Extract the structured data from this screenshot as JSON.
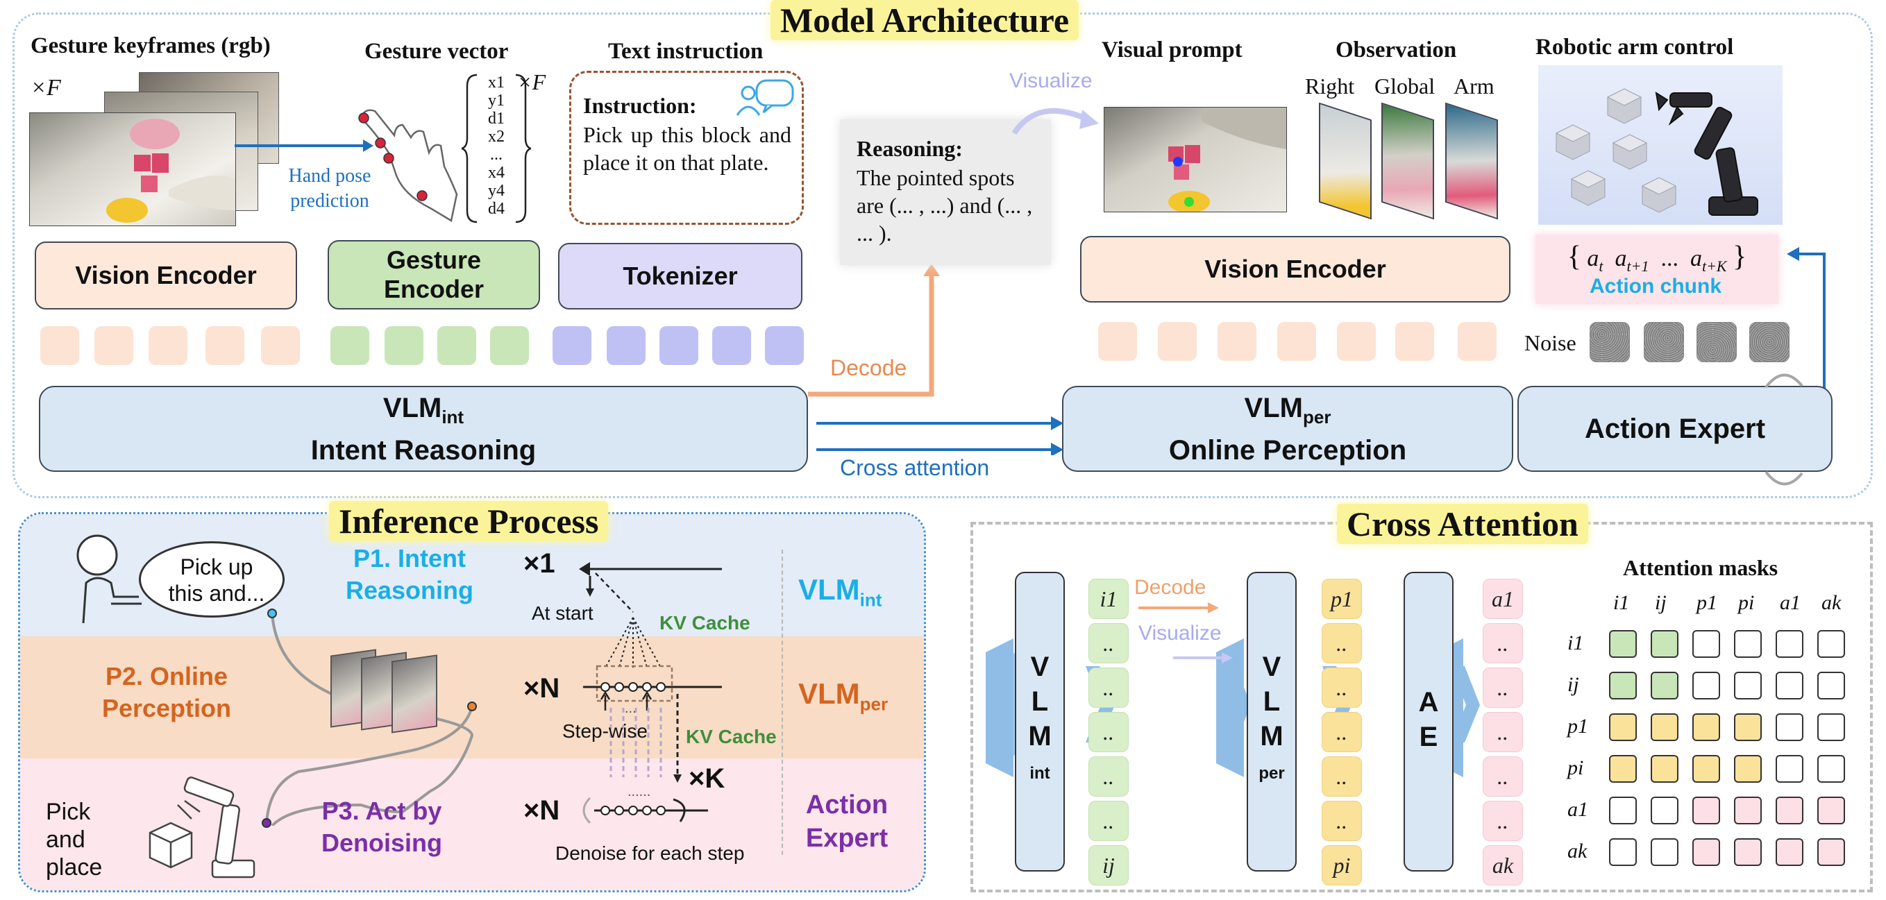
{
  "titles": {
    "architecture": "Model Architecture",
    "inference": "Inference Process",
    "cross": "Cross Attention"
  },
  "architecture": {
    "gesture_keyframes": "Gesture keyframes (rgb)",
    "times_f": "×F",
    "gesture_vector": "Gesture vector",
    "vector_items": [
      "x1",
      "y1",
      "d1",
      "x2",
      "...",
      "x4",
      "y4",
      "d4"
    ],
    "vector_times": "×F",
    "text_instruction": "Text instruction",
    "instruction_label": "Instruction:",
    "instruction_text": "Pick up this block and place it on that plate.",
    "hand_pose": "Hand pose prediction",
    "vision_encoder_left": "Vision Encoder",
    "gesture_encoder": "Gesture Encoder",
    "tokenizer": "Tokenizer",
    "vlm_int_main": "VLM",
    "vlm_int_sub": "int",
    "vlm_int_desc": "Intent Reasoning",
    "decode": "Decode",
    "reasoning_label": "Reasoning:",
    "reasoning_text": "The pointed spots are (... , ...) and (... , ... ).",
    "visualize": "Visualize",
    "visual_prompt": "Visual prompt",
    "observation": "Observation",
    "obs_labels": [
      "Right",
      "Global",
      "Arm"
    ],
    "robotic_arm": "Robotic arm control",
    "vision_encoder_right": "Vision Encoder",
    "action_tokens": [
      "a",
      "a",
      "...",
      "a"
    ],
    "action_subs": [
      "t",
      "t+1",
      "",
      "t+K"
    ],
    "action_chunk": "Action chunk",
    "noise": "Noise",
    "vlm_per_main": "VLM",
    "vlm_per_sub": "per",
    "vlm_per_desc": "Online Perception",
    "action_expert": "Action Expert",
    "cross_attention": "Cross attention"
  },
  "inference": {
    "speech": "Pick up this and...",
    "p1": "P1. Intent Reasoning",
    "p2": "P2. Online Perception",
    "p3": "P3. Act by Denoising",
    "pick_place": "Pick and place",
    "x1": "×1",
    "xN1": "×N",
    "xN2": "×N",
    "xK": "×K",
    "at_start": "At start",
    "kv_cache_1": "KV Cache",
    "kv_cache_2": "KV Cache",
    "step_wise": "Step-wise",
    "denoise": "Denoise for each step",
    "right_vlm_int": "VLM",
    "right_vlm_int_sub": "int",
    "right_vlm_per": "VLM",
    "right_vlm_per_sub": "per",
    "right_action_expert": "Action Expert",
    "dots1": "...",
    "dots2": "......"
  },
  "cross": {
    "attention_masks": "Attention masks",
    "col_headers": [
      "i1",
      "ij",
      "p1",
      "pi",
      "a1",
      "ak"
    ],
    "row_headers": [
      "i1",
      "ij",
      "p1",
      "pi",
      "a1",
      "ak"
    ],
    "vlm_int": "VLM int",
    "vlm_per": "VLM per",
    "ae": "AE",
    "decode": "Decode",
    "visualize": "Visualize",
    "int_tokens": [
      "i1",
      "..",
      "..",
      "..",
      "..",
      "..",
      "ij"
    ],
    "per_tokens": [
      "p1",
      "..",
      "..",
      "..",
      "..",
      "..",
      "pi"
    ],
    "act_tokens": [
      "a1",
      "..",
      "..",
      "..",
      "..",
      "..",
      "ak"
    ],
    "mask_matrix": [
      [
        "g",
        "g",
        "w",
        "w",
        "w",
        "w"
      ],
      [
        "g",
        "g",
        "w",
        "w",
        "w",
        "w"
      ],
      [
        "y",
        "y",
        "y",
        "y",
        "w",
        "w"
      ],
      [
        "y",
        "y",
        "y",
        "y",
        "w",
        "w"
      ],
      [
        "w",
        "w",
        "p",
        "p",
        "p",
        "p"
      ],
      [
        "w",
        "w",
        "p",
        "p",
        "p",
        "p"
      ]
    ]
  },
  "colors": {
    "orange_token": "#fde3d3",
    "green_token": "#c9e6b8",
    "purple_token": "#bfc1f5",
    "vlm_fill": "#d9e7f5",
    "cyan_text": "#1aaee5",
    "orange_text": "#d4641e",
    "purple_text": "#7a2fa8",
    "kv_green": "#3f8f3a",
    "blue_arrow": "#1f6fbf"
  }
}
